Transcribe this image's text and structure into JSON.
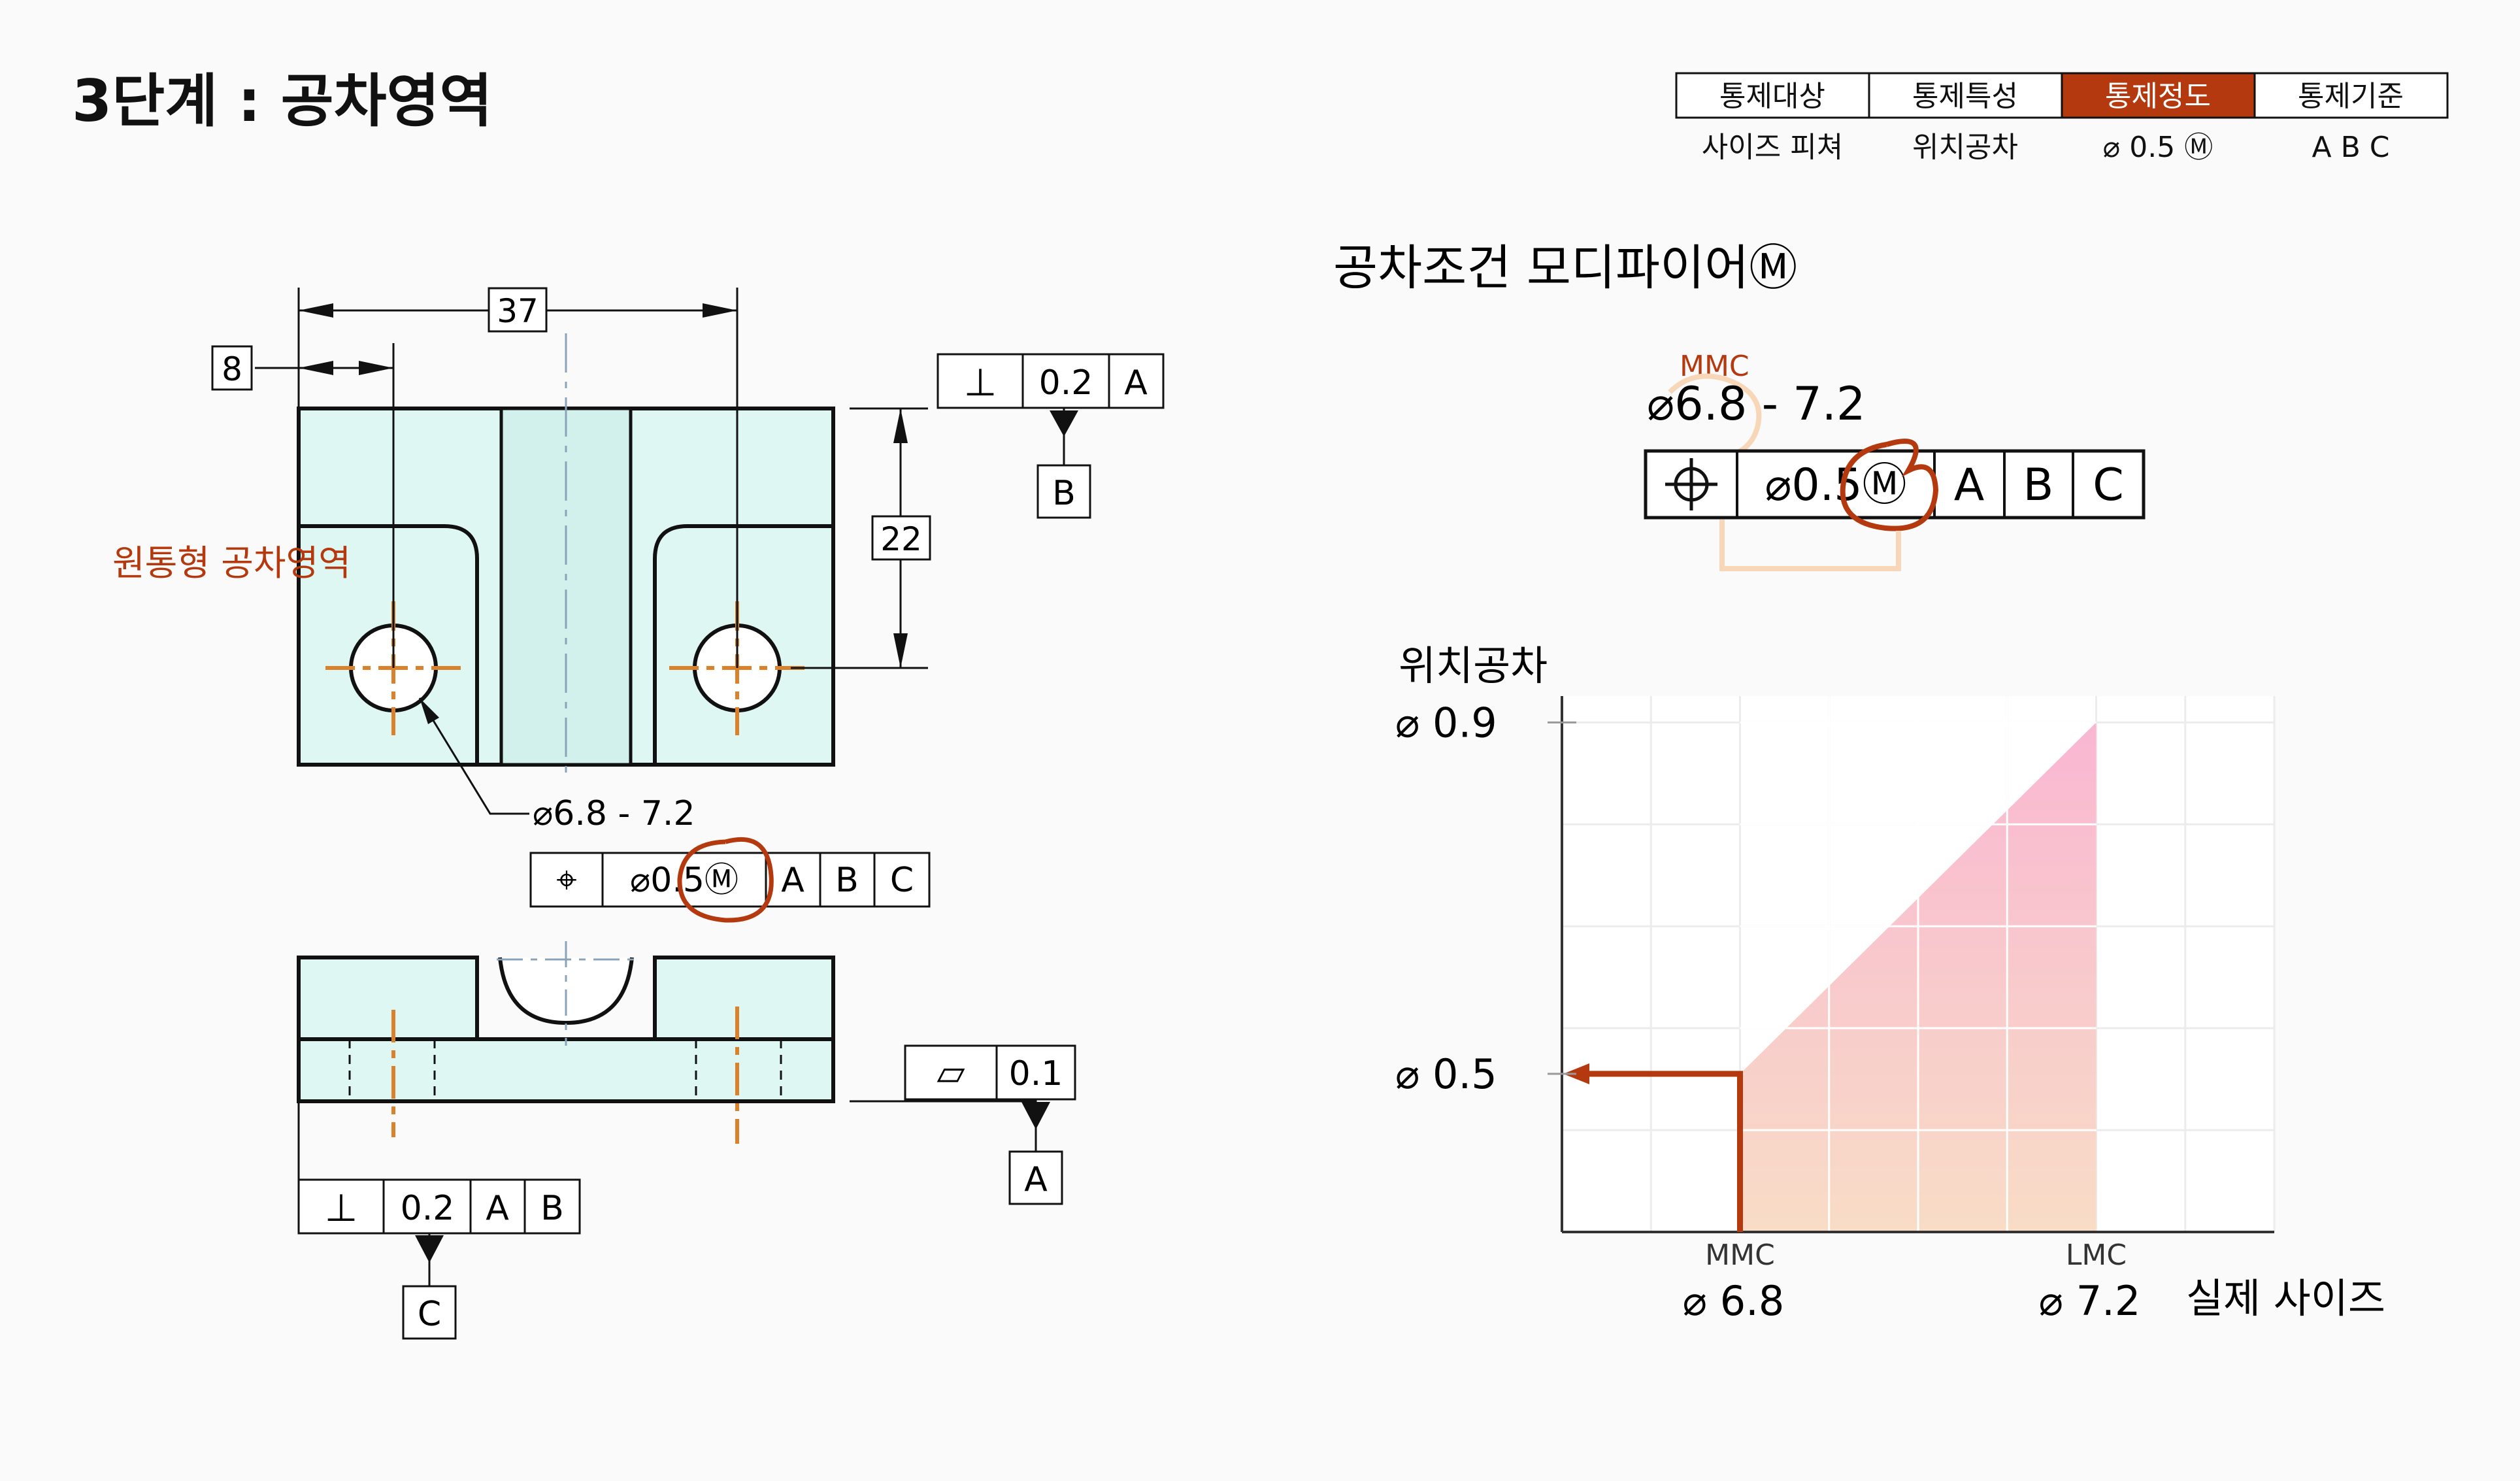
{
  "page": {
    "title": "3단계 : 공차영역"
  },
  "control_table": {
    "headers": [
      "통제대상",
      "통제특성",
      "통제정도",
      "통제기준"
    ],
    "values": [
      "사이즈 피쳐",
      "위치공차",
      "⌀ 0.5 Ⓜ",
      "A B C"
    ],
    "active_index": 2
  },
  "drawing": {
    "dim_37": "37",
    "dim_8": "8",
    "dim_22": "22",
    "zone_label": "원통형 공차영역",
    "hole_size": "⌀6.8 - 7.2",
    "fcf_top": {
      "symbol": "⊥",
      "tol": "0.2",
      "datum": "A"
    },
    "datum_b": "B",
    "fcf_pos": {
      "symbol": "⌖",
      "tol": "⌀0.5Ⓜ",
      "d1": "A",
      "d2": "B",
      "d3": "C"
    },
    "fcf_flat": {
      "symbol": "▱",
      "tol": "0.1"
    },
    "datum_a": "A",
    "fcf_bottom": {
      "symbol": "⊥",
      "tol": "0.2",
      "d1": "A",
      "d2": "B"
    },
    "datum_c": "C"
  },
  "modifier": {
    "title": "공차조건 모디파이어Ⓜ",
    "mmc_label": "MMC",
    "size": "⌀6.8 - 7.2",
    "fcf": {
      "tol": "⌀0.5Ⓜ",
      "d1": "A",
      "d2": "B",
      "d3": "C"
    }
  },
  "colors": {
    "accent": "#b5390e",
    "fill": "#dff7f3",
    "orange": "#d9822b"
  },
  "chart_data": {
    "type": "area",
    "ylabel": "위치공차",
    "xlabel": "실제 사이즈",
    "x_ticks": [
      {
        "value": 6.8,
        "label": "⌀ 6.8",
        "sub": "MMC"
      },
      {
        "value": 7.2,
        "label": "⌀ 7.2",
        "sub": "LMC"
      }
    ],
    "y_ticks": [
      {
        "value": 0.5,
        "label": "⌀ 0.5"
      },
      {
        "value": 0.9,
        "label": "⌀ 0.9"
      }
    ],
    "points": [
      {
        "x": 6.8,
        "y": 0.5
      },
      {
        "x": 7.2,
        "y": 0.9
      }
    ],
    "xlim": [
      6.6,
      7.4
    ],
    "ylim": [
      0.32,
      0.93
    ],
    "grid": true
  }
}
